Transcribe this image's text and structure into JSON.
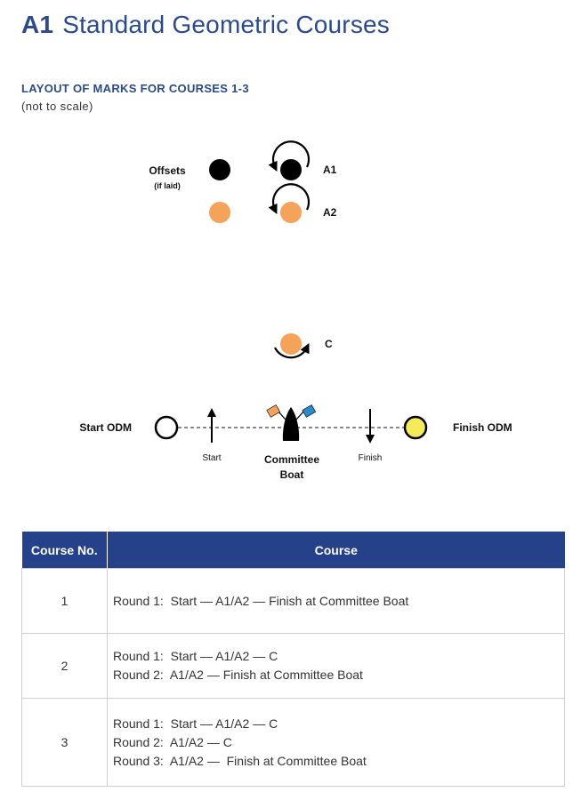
{
  "header": {
    "code": "A1",
    "title": "Standard Geometric Courses",
    "subheading": "LAYOUT OF MARKS FOR COURSES 1-3",
    "note": "(not to scale)"
  },
  "diagram": {
    "offsets_label": "Offsets",
    "offsets_sublabel": "(if laid)",
    "mark_a1": "A1",
    "mark_a2": "A2",
    "mark_c": "C",
    "start_odm": "Start ODM",
    "finish_odm": "Finish ODM",
    "start_label": "Start",
    "finish_label": "Finish",
    "committee_line1": "Committee",
    "committee_line2": "Boat",
    "colors": {
      "black_mark": "#000000",
      "orange_mark": "#f5a35a",
      "yellow_mark": "#f5ea5a",
      "flag_orange": "#f5a35a",
      "flag_blue": "#2a8ccc",
      "accent_navy": "#25418a"
    }
  },
  "table": {
    "headers": [
      "Course No.",
      "Course"
    ],
    "rows": [
      {
        "no": "1",
        "lines": [
          "Round 1:  Start — A1/A2 — Finish at Committee Boat"
        ]
      },
      {
        "no": "2",
        "lines": [
          "Round 1:  Start — A1/A2 — C",
          "Round 2:  A1/A2 — Finish at Committee Boat"
        ]
      },
      {
        "no": "3",
        "lines": [
          "Round 1:  Start — A1/A2 — C",
          "Round 2:  A1/A2 — C",
          "Round 3:  A1/A2 —  Finish at Committee Boat"
        ]
      }
    ]
  }
}
